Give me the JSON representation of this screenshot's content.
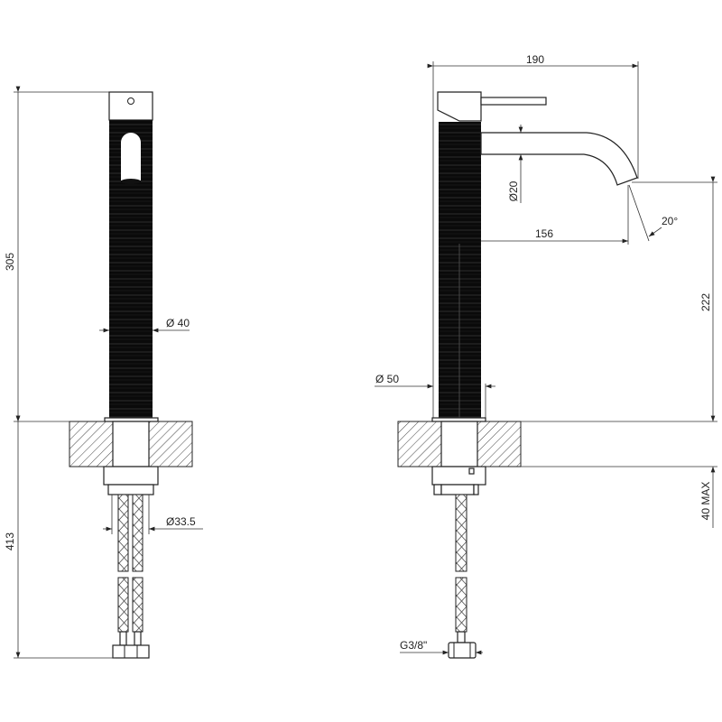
{
  "drawing": {
    "front_view": {
      "height_above_counter": "305",
      "height_below_counter": "413",
      "body_diameter": "Ø 40",
      "hose_diameter": "Ø33.5"
    },
    "side_view": {
      "overall_depth": "190",
      "spout_reach": "156",
      "spout_diameter": "Ø20",
      "spout_angle": "20°",
      "spout_height": "222",
      "body_diameter": "Ø 50",
      "max_counter_thickness": "40 MAX",
      "connection_thread": "G3/8\""
    }
  },
  "colors": {
    "line": "#222222",
    "body": "#0a0a0a",
    "hatch": "#444444"
  }
}
